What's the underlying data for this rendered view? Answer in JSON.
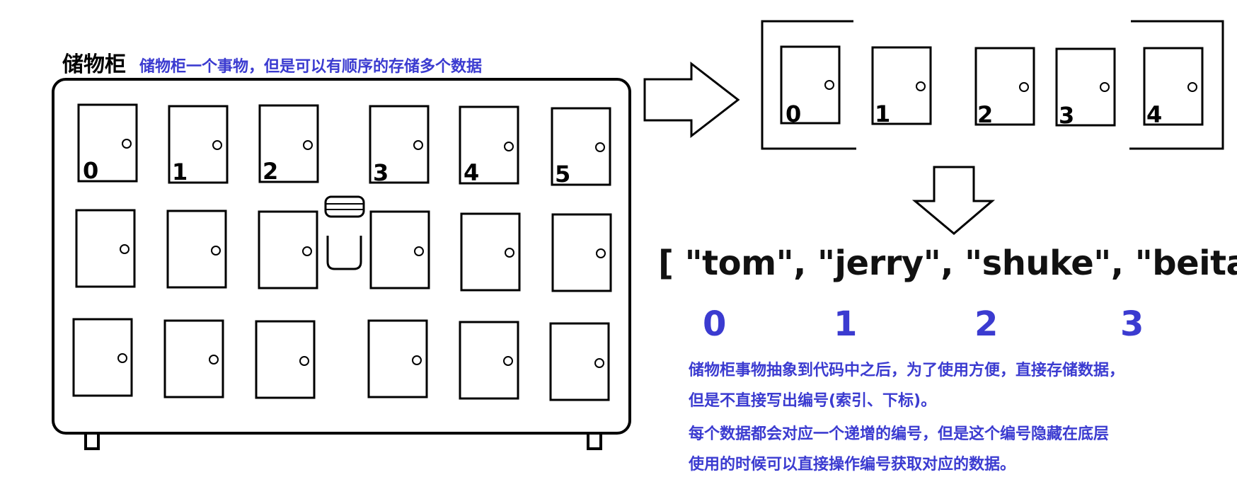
{
  "cabinet": {
    "title": "储物柜",
    "subtitle": "储物柜一个事物，但是可以有顺序的存储多个数据",
    "door_labels": [
      "0",
      "1",
      "2",
      "3",
      "4",
      "5"
    ]
  },
  "row_of_doors": {
    "labels": [
      "0",
      "1",
      "2",
      "3",
      "4"
    ]
  },
  "array_literal": "[ \"tom\", \"jerry\", \"shuke\", \"beita\"]",
  "indices": [
    "0",
    "1",
    "2",
    "3"
  ],
  "description": [
    "储物柜事物抽象到代码中之后，为了使用方便，直接存储数据，",
    "但是不直接写出编号(索引、下标)。",
    "每个数据都会对应一个递增的编号，但是这个编号隐藏在底层",
    "使用的时候可以直接操作编号获取对应的数据。"
  ],
  "colors": {
    "accent": "#3b3bd0",
    "ink": "#000000"
  }
}
